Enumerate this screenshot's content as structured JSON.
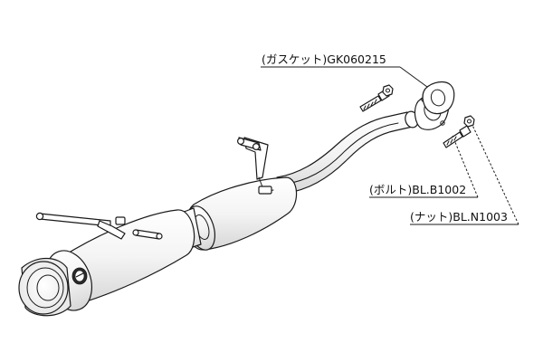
{
  "labels": {
    "gasket": "(ガスケット)GK060215",
    "bolt": "(ボルト)BL.B1002",
    "nut": "(ナット)BL.N1003"
  },
  "colors": {
    "line": "#1a1a1a",
    "background": "#ffffff"
  }
}
